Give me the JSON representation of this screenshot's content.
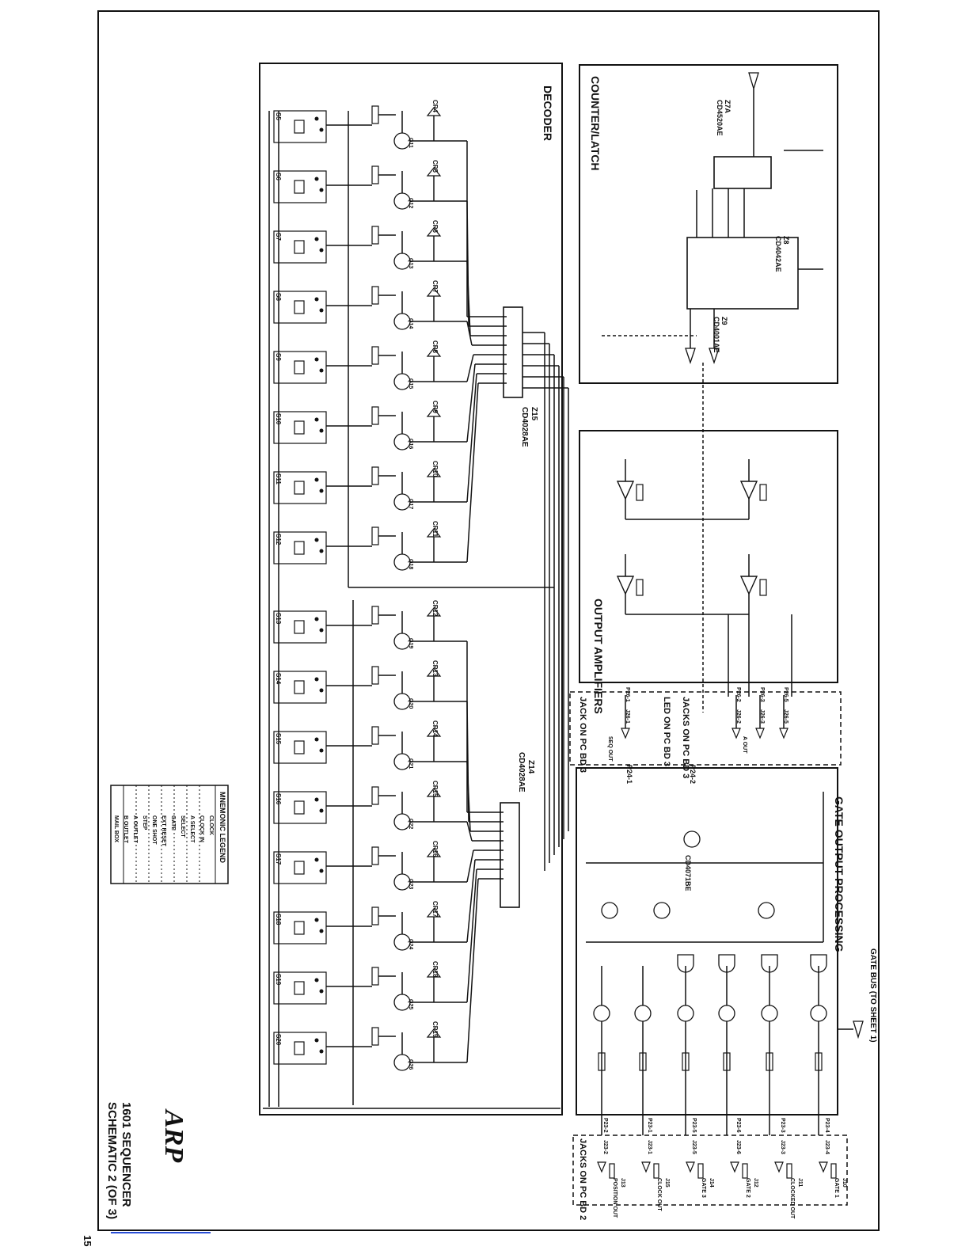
{
  "title": {
    "brand": "ARP",
    "line1": "1601 SEQUENCER",
    "line2": "SCHEMATIC 2 (OF 3)"
  },
  "page_number": "15",
  "blocks": {
    "decoder": "DECODER",
    "counter_latch": "COUNTER/LATCH",
    "output_amplifiers": "OUTPUT AMPLIFIERS",
    "gate_output_processing": "GATE OUTPUT PROCESSING",
    "jack_pc_bd3": "JACK ON PC BD 3",
    "jacks_pc_bd3": "JACKS ON PC BD 3",
    "led_pc_bd3": "LED ON PC BD 3",
    "jacks_pc_bd2": "JACKS ON PC BD 2"
  },
  "ics": {
    "z15": "Z15",
    "z15_part": "CD4028AE",
    "z14": "Z14",
    "z14_part": "CD4028AE",
    "z7a": "Z7A",
    "z7a_part": "CD4520AE",
    "z8": "Z8",
    "z8_part": "CD4042AE",
    "z9": "Z9",
    "z9_part": "CD4001AE",
    "z16": "CD4071BE"
  },
  "switches": [
    "S5",
    "S6",
    "S7",
    "S8",
    "S9",
    "S10",
    "S11",
    "S12",
    "S13",
    "S14",
    "S15",
    "S16",
    "S17",
    "S18",
    "S19",
    "S20"
  ],
  "leds": [
    "CR4",
    "CR5",
    "CR6",
    "CR7",
    "CR8",
    "CR9",
    "CR10",
    "CR11",
    "CR12",
    "CR13",
    "CR14",
    "CR15",
    "CR16",
    "CR17",
    "CR18",
    "CR19"
  ],
  "transistors": [
    "Q11",
    "Q12",
    "Q13",
    "Q14",
    "Q15",
    "Q16",
    "Q17",
    "Q18",
    "Q19",
    "Q20",
    "Q21",
    "Q22",
    "Q23",
    "Q24",
    "Q25",
    "Q26"
  ],
  "gate_jacks": [
    {
      "plug": "P23-2",
      "jack": "J23-2",
      "name": "J13",
      "label": "POSITION OUT"
    },
    {
      "plug": "P23-1",
      "jack": "J23-1",
      "name": "J15",
      "label": "CLOCK OUT"
    },
    {
      "plug": "P23-5",
      "jack": "J23-5",
      "name": "J14",
      "label": "GATE 3"
    },
    {
      "plug": "P23-6",
      "jack": "J23-6",
      "name": "J12",
      "label": "GATE 2"
    },
    {
      "plug": "P23-3",
      "jack": "J23-3",
      "name": "J11",
      "label": "CLOCKED OUT"
    },
    {
      "plug": "P23-4",
      "jack": "J23-4",
      "name": "J10",
      "label": "GATE 1"
    }
  ],
  "output_jacks": [
    {
      "plug": "P26-1",
      "jack": "J26-1",
      "label": "SEQ OUT"
    },
    {
      "plug": "P26-2",
      "jack": "J26-2",
      "label": ""
    },
    {
      "plug": "P26-3",
      "jack": "J26-3",
      "label": "A OUT"
    },
    {
      "plug": "P26-5",
      "jack": "J26-5",
      "label": ""
    }
  ],
  "connectors": {
    "p24_1": "P24-1",
    "p24_2": "P24-2",
    "gate_bus_note": "GATE BUS (TO SHEET 1)"
  },
  "legend": {
    "title": "MNEMONIC LEGEND",
    "rows": [
      "CLOCK",
      "CLOCK IN",
      "A SELECT",
      "SELECT",
      "GATE",
      "EXT RESET",
      "ONE SHOT",
      "STEP",
      "A OUTLET",
      "B OUTLET",
      "MAIL BOX"
    ]
  },
  "colors": {
    "ink": "#111111",
    "paper": "#ffffff",
    "rule": "#2a4fd6"
  }
}
